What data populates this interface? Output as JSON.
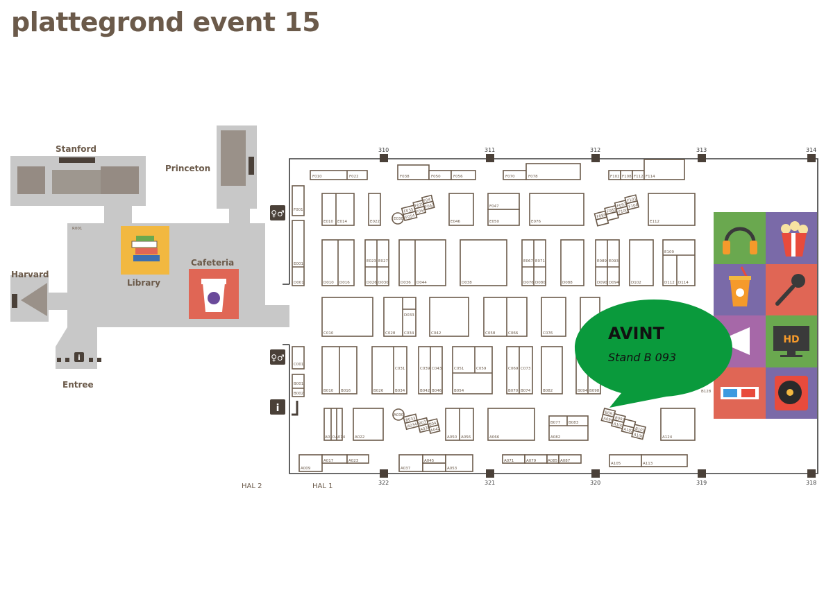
{
  "page": {
    "title": "plattegrond event 15"
  },
  "rooms": {
    "stanford": "Stanford",
    "princeton": "Princeton",
    "harvard": "Harvard",
    "library": "Library",
    "cafeteria": "Cafeteria",
    "entree": "Entree",
    "r001": "R001"
  },
  "halls": {
    "hal2": "HAL 2",
    "hal1": "HAL 1"
  },
  "exits": {
    "top": [
      "310",
      "311",
      "312",
      "313",
      "314"
    ],
    "bottom": [
      "322",
      "321",
      "320",
      "319",
      "318"
    ]
  },
  "callout": {
    "name": "AVINT",
    "stand": "Stand B 093",
    "color": "#0a9a3c"
  },
  "stands": {
    "f010": "F010",
    "f022": "F022",
    "f038": "F038",
    "f050": "F050",
    "f056": "F056",
    "f070": "F070",
    "f078": "F078",
    "f102": "F102",
    "f108": "F108",
    "f112": "F112",
    "f114": "F114",
    "f001": "F001",
    "e010": "E010",
    "e014": "E014",
    "e022": "E022",
    "e030": "E030",
    "f035": "F035",
    "f039": "F039",
    "f043": "F043",
    "f042": "F042",
    "f054": "F054",
    "f058": "F058",
    "e046": "E046",
    "f047": "F047",
    "e050": "E050",
    "e076": "E076",
    "f089": "F089",
    "f085": "F085",
    "f093": "F093",
    "f101": "F101",
    "f100": "F100",
    "f104": "F104",
    "e112": "E112",
    "e001": "E001",
    "d001": "D001",
    "d010": "D010",
    "d016": "D016",
    "e023": "E023",
    "e027": "E027",
    "d026": "D026",
    "d030": "D030",
    "d036": "D036",
    "d044": "D044",
    "d038": "D038",
    "e067": "E067",
    "e071": "E071",
    "d076": "D076",
    "d080": "D080",
    "d088": "D088",
    "e089": "E089",
    "e093": "E093",
    "d090": "D090",
    "d094": "D094",
    "d102": "D102",
    "e109": "E109",
    "d112": "D112",
    "d114": "D114",
    "c010": "C010",
    "d033": "D033",
    "c028": "C028",
    "c034": "C034",
    "c042": "C042",
    "c058": "C058",
    "c066": "C066",
    "c076": "C076",
    "c001": "C001",
    "b001": "B001",
    "b002": "B002",
    "b010": "B010",
    "b016": "B016",
    "c031": "C031",
    "b026": "B026",
    "b034": "B034",
    "c039": "C039",
    "c043": "C043",
    "b042": "B042",
    "b046": "B046",
    "c051": "C051",
    "c059": "C059",
    "b054": "B054",
    "c069": "C069",
    "c073": "C073",
    "b070": "B070",
    "b074": "B074",
    "b082": "B082",
    "b094": "B094",
    "b098": "B098",
    "b128": "B128",
    "a010": "A010",
    "a014": "A014",
    "a022": "A022",
    "a030": "A030",
    "b033": "B033",
    "a034": "A034",
    "b037": "B037",
    "a038": "A038",
    "b041": "B041",
    "a042": "A042",
    "a050": "A050",
    "a056": "A056",
    "a066": "A066",
    "b077": "B077",
    "b083": "B083",
    "a082": "A082",
    "b093": "B093",
    "a098": "A098",
    "b097": "B097",
    "a100": "A100",
    "b101": "B101",
    "a102": "A102",
    "a106": "A106",
    "a124": "A124",
    "a009": "A009",
    "a017": "A017",
    "a023": "A023",
    "a037": "A037",
    "a045": "A045",
    "a053": "A053",
    "a071": "A071",
    "a079": "A079",
    "a085": "A085",
    "a087": "A087",
    "a105": "A105",
    "a113": "A113"
  },
  "icons": [
    {
      "name": "headphones-icon",
      "bg": "#6aa84f"
    },
    {
      "name": "popcorn-icon",
      "bg": "#7a6aa8"
    },
    {
      "name": "soda-cup-icon",
      "bg": "#7a6aa8"
    },
    {
      "name": "microphone-icon",
      "bg": "#e06655"
    },
    {
      "name": "megaphone-icon",
      "bg": "#a668a8"
    },
    {
      "name": "hd-tv-icon",
      "bg": "#6aa84f",
      "label": "HD"
    },
    {
      "name": "3d-glasses-icon",
      "bg": "#e06655"
    },
    {
      "name": "vinyl-record-icon",
      "bg": "#7a6aa8"
    }
  ],
  "colors": {
    "brown": "#6b5a4a",
    "building": "#c8c8c8",
    "library_bg": "#f2b840",
    "cafeteria_bg": "#e06655"
  }
}
